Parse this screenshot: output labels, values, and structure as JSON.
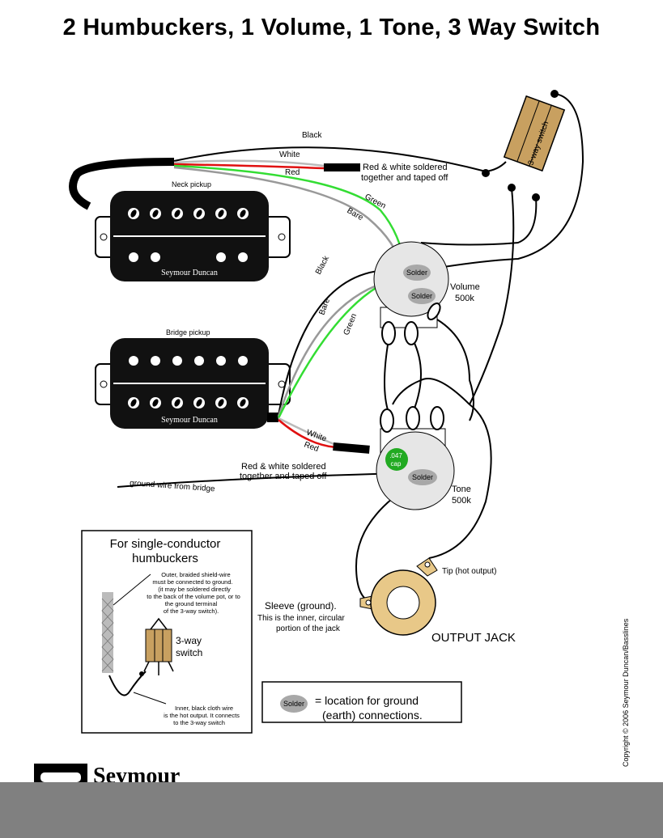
{
  "title": "2 Humbuckers, 1 Volume, 1 Tone, 3 Way Switch",
  "wires": {
    "black": "Black",
    "white": "White",
    "red": "Red",
    "green": "Green",
    "bare": "Bare"
  },
  "neck_pickup": {
    "label": "Neck pickup",
    "brand": "Seymour Duncan"
  },
  "bridge_pickup": {
    "label": "Bridge pickup",
    "brand": "Seymour Duncan"
  },
  "neck_note": [
    "Red & white soldered",
    "together and taped off"
  ],
  "bridge_note": [
    "Red & white soldered",
    "together and taped off"
  ],
  "switch_label": "3-way switch",
  "volume": {
    "solder1": "Solder",
    "solder2": "Solder",
    "label": "Volume",
    "value": "500k"
  },
  "tone": {
    "cap_value": ".047",
    "cap_label": "cap",
    "solder": "Solder",
    "label": "Tone",
    "value": "500k"
  },
  "ground_wire": "ground wire from bridge",
  "jack": {
    "tip": "Tip (hot output)",
    "sleeve": [
      "Sleeve (ground).",
      "This is the inner, circular",
      "portion of the jack"
    ],
    "label": "OUTPUT JACK"
  },
  "inset": {
    "title": [
      "For single-conductor",
      "humbuckers"
    ],
    "shield_note": [
      "Outer, braided shield-wire",
      "must be connected to ground.",
      "(it may be soldered directly",
      "to the back of the volume pot, or to",
      "the ground terminal",
      "of the 3-way switch)."
    ],
    "switch": [
      "3-way",
      "switch"
    ],
    "hot_note": [
      "Inner, black cloth wire",
      "is the hot output.  It connects",
      "to the 3-way switch"
    ]
  },
  "legend": {
    "solder": "Solder",
    "text": [
      "= location for ground",
      "(earth) connections."
    ]
  },
  "copyright": "Copyright © 2006 Seymour Duncan/Basslines",
  "logo": "Seymour",
  "colors": {
    "black": "#000000",
    "white_wire": "#c8c8c8",
    "red": "#e01010",
    "green": "#33dd33",
    "bare": "#999999",
    "switch": "#c8a060",
    "pot": "#e6e6e6",
    "solder": "#a8a8a8",
    "cap": "#22aa22",
    "jack": "#e8c888",
    "bar": "#808080"
  }
}
